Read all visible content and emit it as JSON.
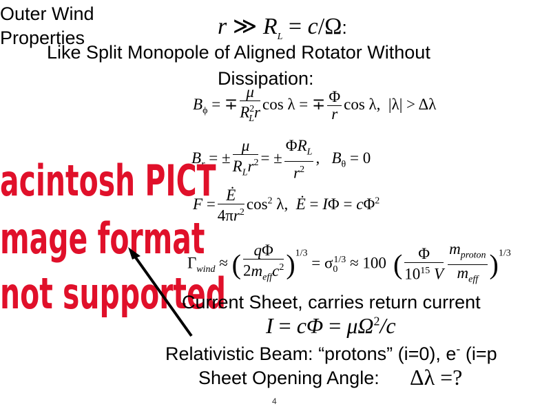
{
  "title": {
    "line1": "Outer Wind",
    "line2": "Properties"
  },
  "header_condition": {
    "r": "r",
    "gg": "≫",
    "RL": "R",
    "L_sub": "L",
    "eq": "=",
    "c": "c",
    "slash": "/",
    "Omega": "Ω",
    "colon": ":"
  },
  "subtitle": {
    "line1": "Like Split Monopole of Aligned Rotator Without",
    "line2": "Dissipation:"
  },
  "placeholder_image": {
    "lines": [
      "acintosh PICT",
      "mage format",
      "not supported"
    ],
    "color": "#e0102a"
  },
  "labels": {
    "current_sheet": "Current Sheet, carries return current",
    "beam": "Relativistic Beam: “protons” (i=0), e",
    "beam_sup": "-",
    "beam_tail": " (i=p",
    "opening_angle": "Sheet Opening Angle:"
  },
  "slide_number": "4"
}
